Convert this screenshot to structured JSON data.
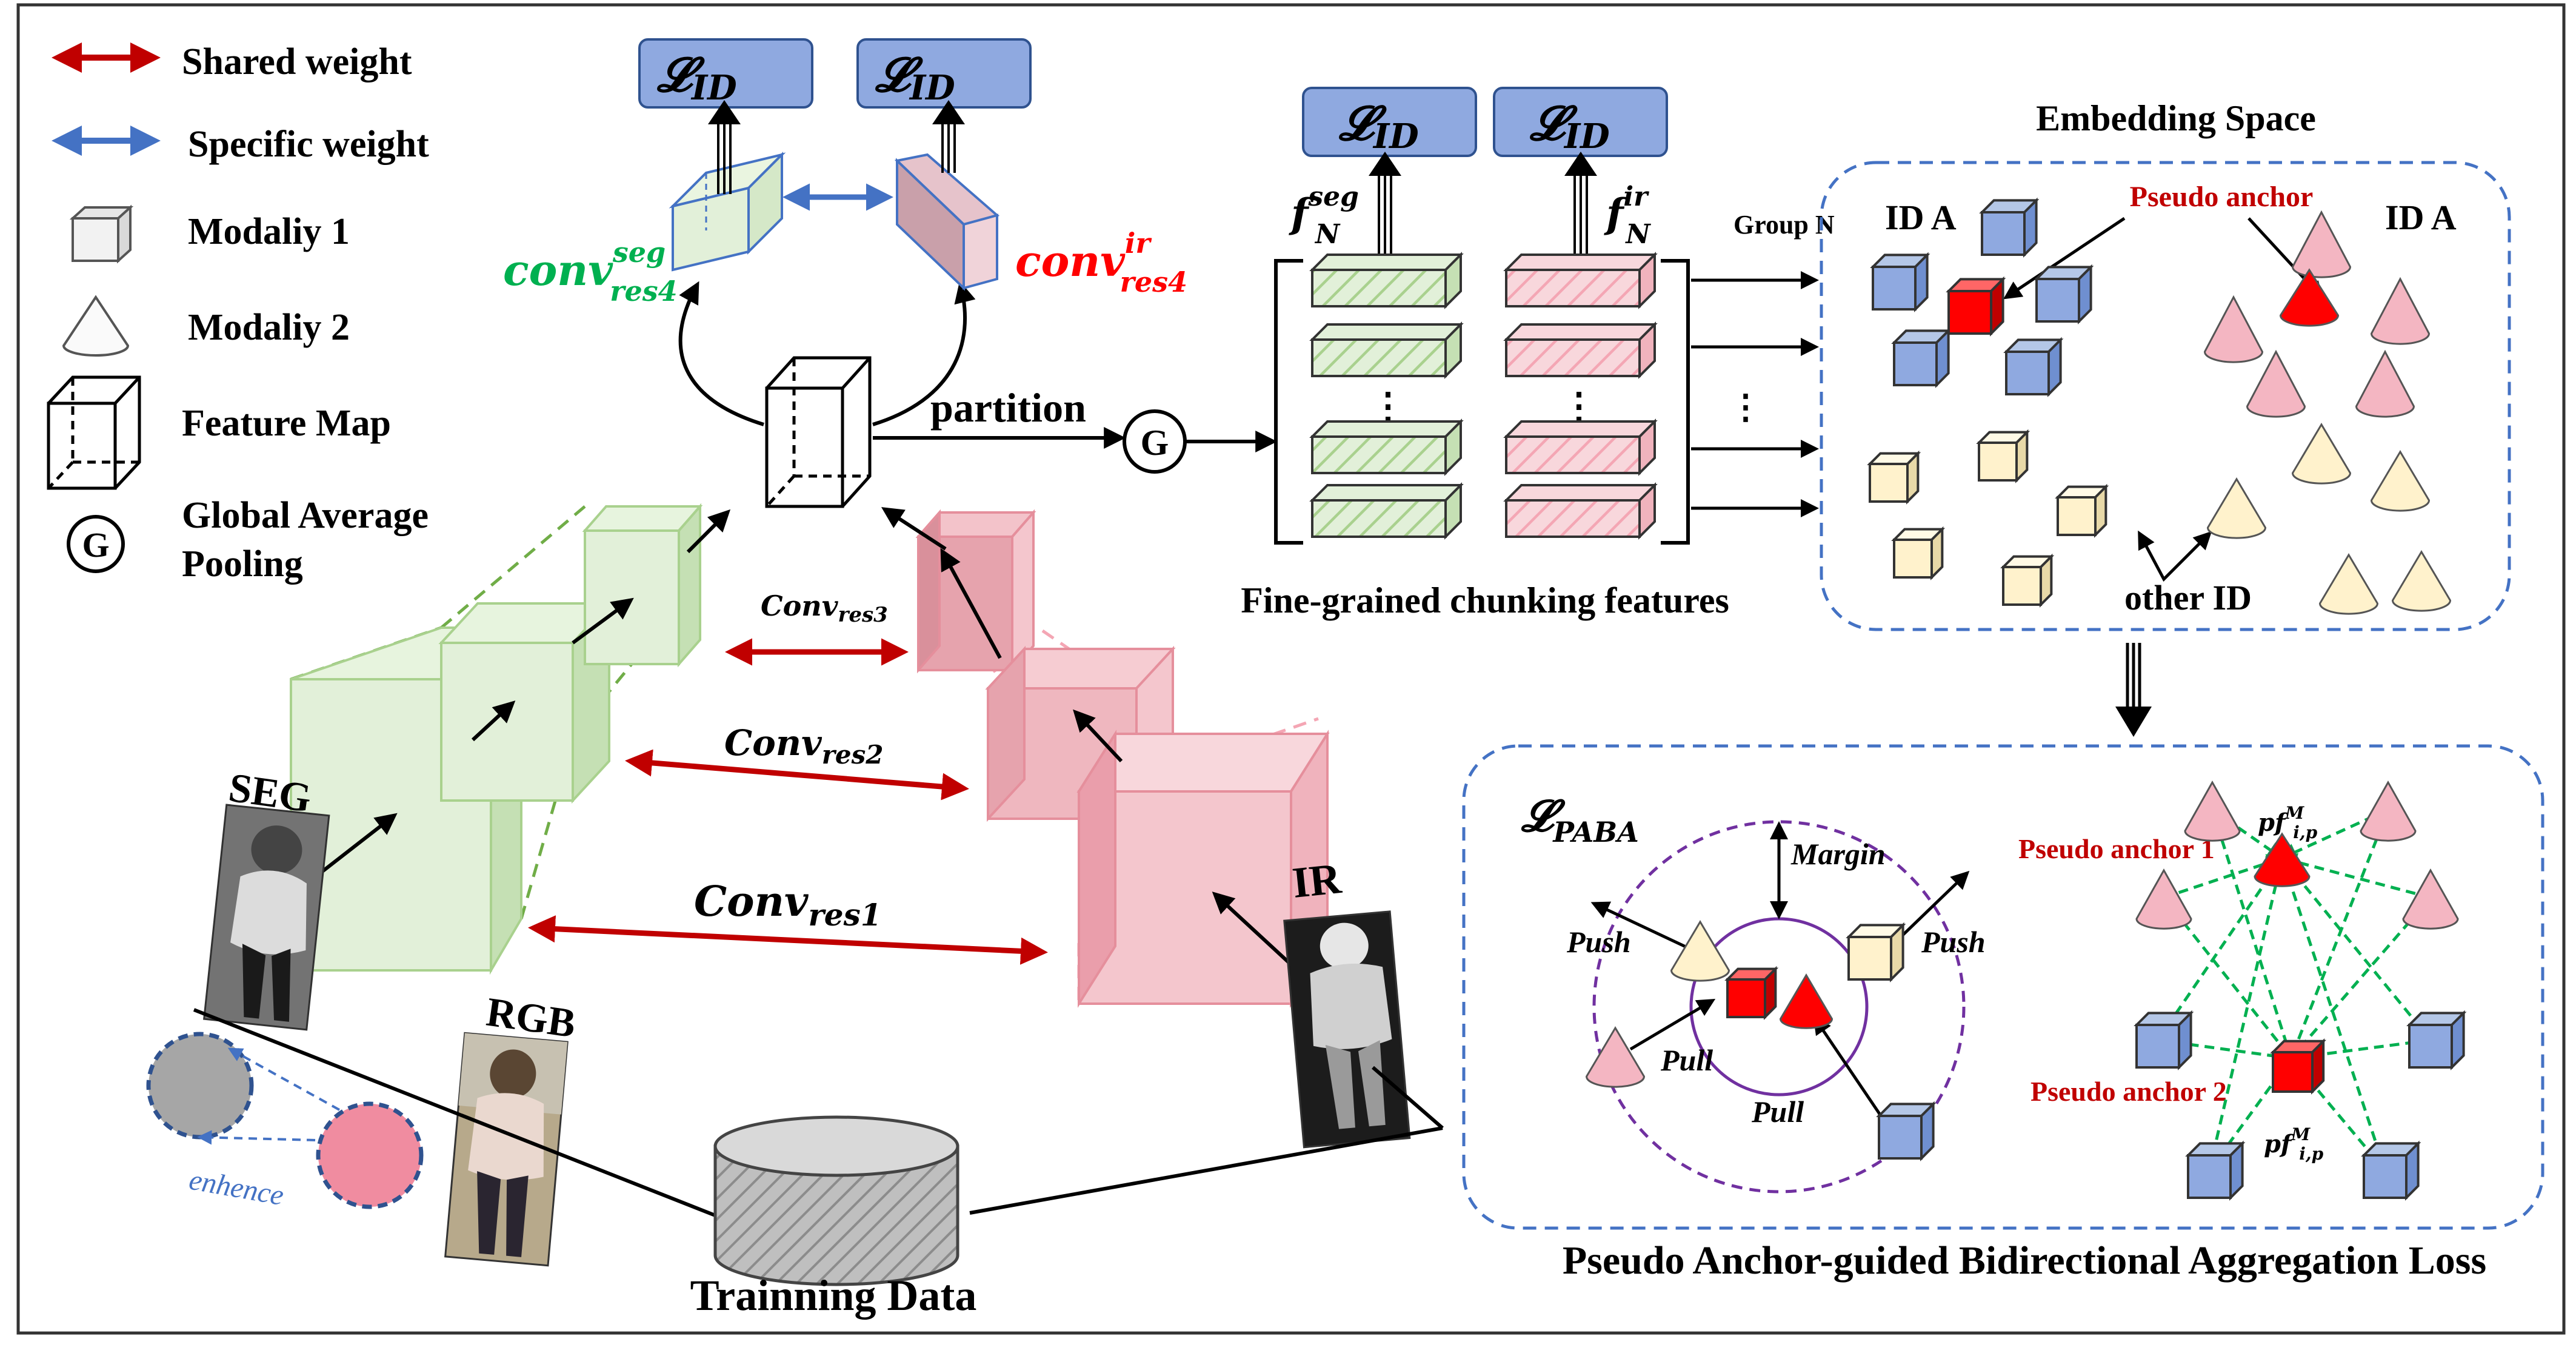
{
  "legend": {
    "shared_weight": "Shared weight",
    "specific_weight": "Specific weight",
    "modality_1": "Modaliy 1",
    "modality_2": "Modaliy 2",
    "feature_map": "Feature Map",
    "gap_symbol": "G",
    "gap_line1": "Global Average",
    "gap_line2": "Pooling"
  },
  "colors": {
    "shared_arrow": "#c00000",
    "specific_arrow": "#4472c4",
    "seg_green": "#00b050",
    "ir_red": "#ff0000",
    "blue_box": "#8fa9e0",
    "pink": "#f4b6c2",
    "yellow": "#fff2cc",
    "dashed_border": "#4472c4"
  },
  "loss_boxes": {
    "label": "𝓛ID",
    "l": "𝓛",
    "sub": "ID"
  },
  "backbone": {
    "conv_res1": "Conv",
    "conv_res1_sub": "res1",
    "conv_res2": "Conv",
    "conv_res2_sub": "res2",
    "conv_res3": "Conv",
    "conv_res3_sub": "res3",
    "conv_seg": "conv",
    "conv_seg_sup": "seg",
    "conv_seg_sub": "res4",
    "conv_ir": "conv",
    "conv_ir_sup": "ir",
    "conv_ir_sub": "res4",
    "partition": "partition",
    "gap": "G"
  },
  "inputs": {
    "seg": "SEG",
    "rgb": "RGB",
    "ir": "IR",
    "training_data": "Trainning Data",
    "enhance": "enhence"
  },
  "chunks": {
    "f_seg": "f",
    "f_seg_sup": "seg",
    "f_seg_sub": "N",
    "f_ir": "f",
    "f_ir_sup": "ir",
    "f_ir_sub": "N",
    "group_n": "Group N",
    "ellipsis": "⋮",
    "caption": "Fine-grained chunking features"
  },
  "embedding": {
    "title": "Embedding Space",
    "id_a_left": "ID A",
    "id_a_right": "ID A",
    "pseudo_anchor": "Pseudo anchor",
    "other_id": "other ID"
  },
  "paba": {
    "loss": "𝓛",
    "loss_sub": "PABA",
    "margin": "Margin",
    "push_left": "Push",
    "push_right": "Push",
    "pull_left": "Pull",
    "pull_bottom": "Pull",
    "pseudo_anchor_1": "Pseudo anchor 1",
    "pseudo_anchor_2": "Pseudo anchor 2",
    "pf": "pf",
    "pf_sup": "M",
    "pf_sub": "i,p",
    "caption": "Pseudo Anchor-guided Bidirectional Aggregation Loss"
  }
}
